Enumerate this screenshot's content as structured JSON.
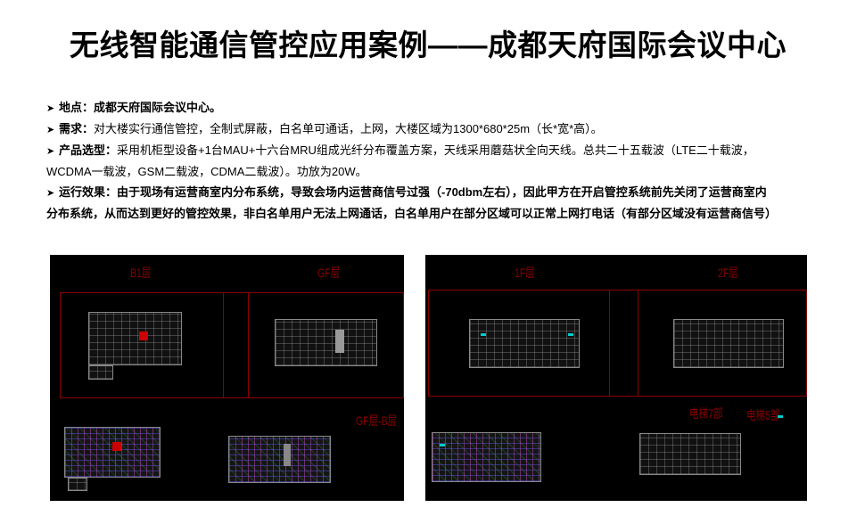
{
  "title": "无线智能通信管控应用案例——成都天府国际会议中心",
  "bullets": [
    {
      "label": "地点：",
      "text": "成都天府国际会议中心。",
      "bold_text": true
    },
    {
      "label": "需求：",
      "text": "对大楼实行通信管控，全制式屏蔽，白名单可通话，上网，大楼区域为1300*680*25m（长*宽*高）。"
    },
    {
      "label": "产品选型：",
      "text": "采用机柜型设备+1台MAU+十六台MRU组成光纤分布覆盖方案，天线采用蘑菇状全向天线。总共二十五载波（LTE二十载波，",
      "continuation": "WCDMA一载波，GSM二载波，CDMA二载波）。功放为20W。"
    },
    {
      "label": "运行效果：",
      "text": "由于现场有运营商室内分布系统，导致会场内运营商信号过强（-70dbm左右），因此甲方在开启管控系统前先关闭了运营商室内",
      "continuation": "分布系统，从而达到更好的管控效果，非白名单用户无法上网通话，白名单用户在部分区域可以正常上网打电话（有部分区域没有运营商信号）"
    }
  ],
  "drawings": [
    {
      "labels": [
        "B1层",
        "GF层",
        "GF层-B层"
      ]
    },
    {
      "labels": [
        "1F层",
        "2F层",
        "电梯7部",
        "电梯5部"
      ]
    }
  ],
  "colors": {
    "cad_bg": "#000000",
    "cad_frame": "#8b0000"
  }
}
